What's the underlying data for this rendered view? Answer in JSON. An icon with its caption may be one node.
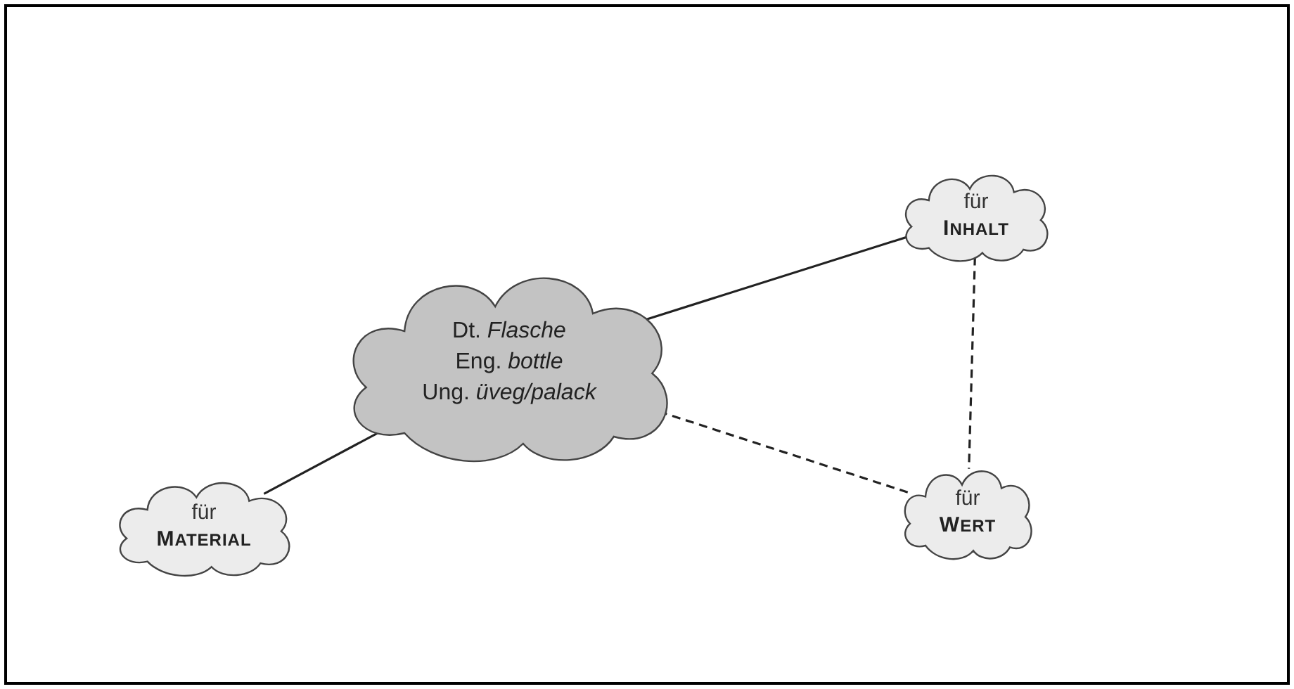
{
  "diagram": {
    "nodes": [
      {
        "text": [
          "für",
          "INHALT"
        ]
      },
      {
        "text": [
          "Dt. *Flasche*",
          "Eng. *bottle*",
          "Ung. *üveg/palack*"
        ]
      },
      {
        "text": [
          "für",
          "WERT"
        ]
      },
      {
        "text": [
          "für",
          "MATERIAL"
        ]
      }
    ],
    "edges": [
      {
        "from": 1,
        "to": 0,
        "arrow": "none"
      },
      {
        "from": 1,
        "to": 2,
        "arrow": "none",
        "style": "dashed"
      },
      {
        "from": 0,
        "to": 2,
        "arrow": "none",
        "style": "dashed"
      },
      {
        "from": 1,
        "to": 3,
        "arrow": "none"
      }
    ]
  }
}
